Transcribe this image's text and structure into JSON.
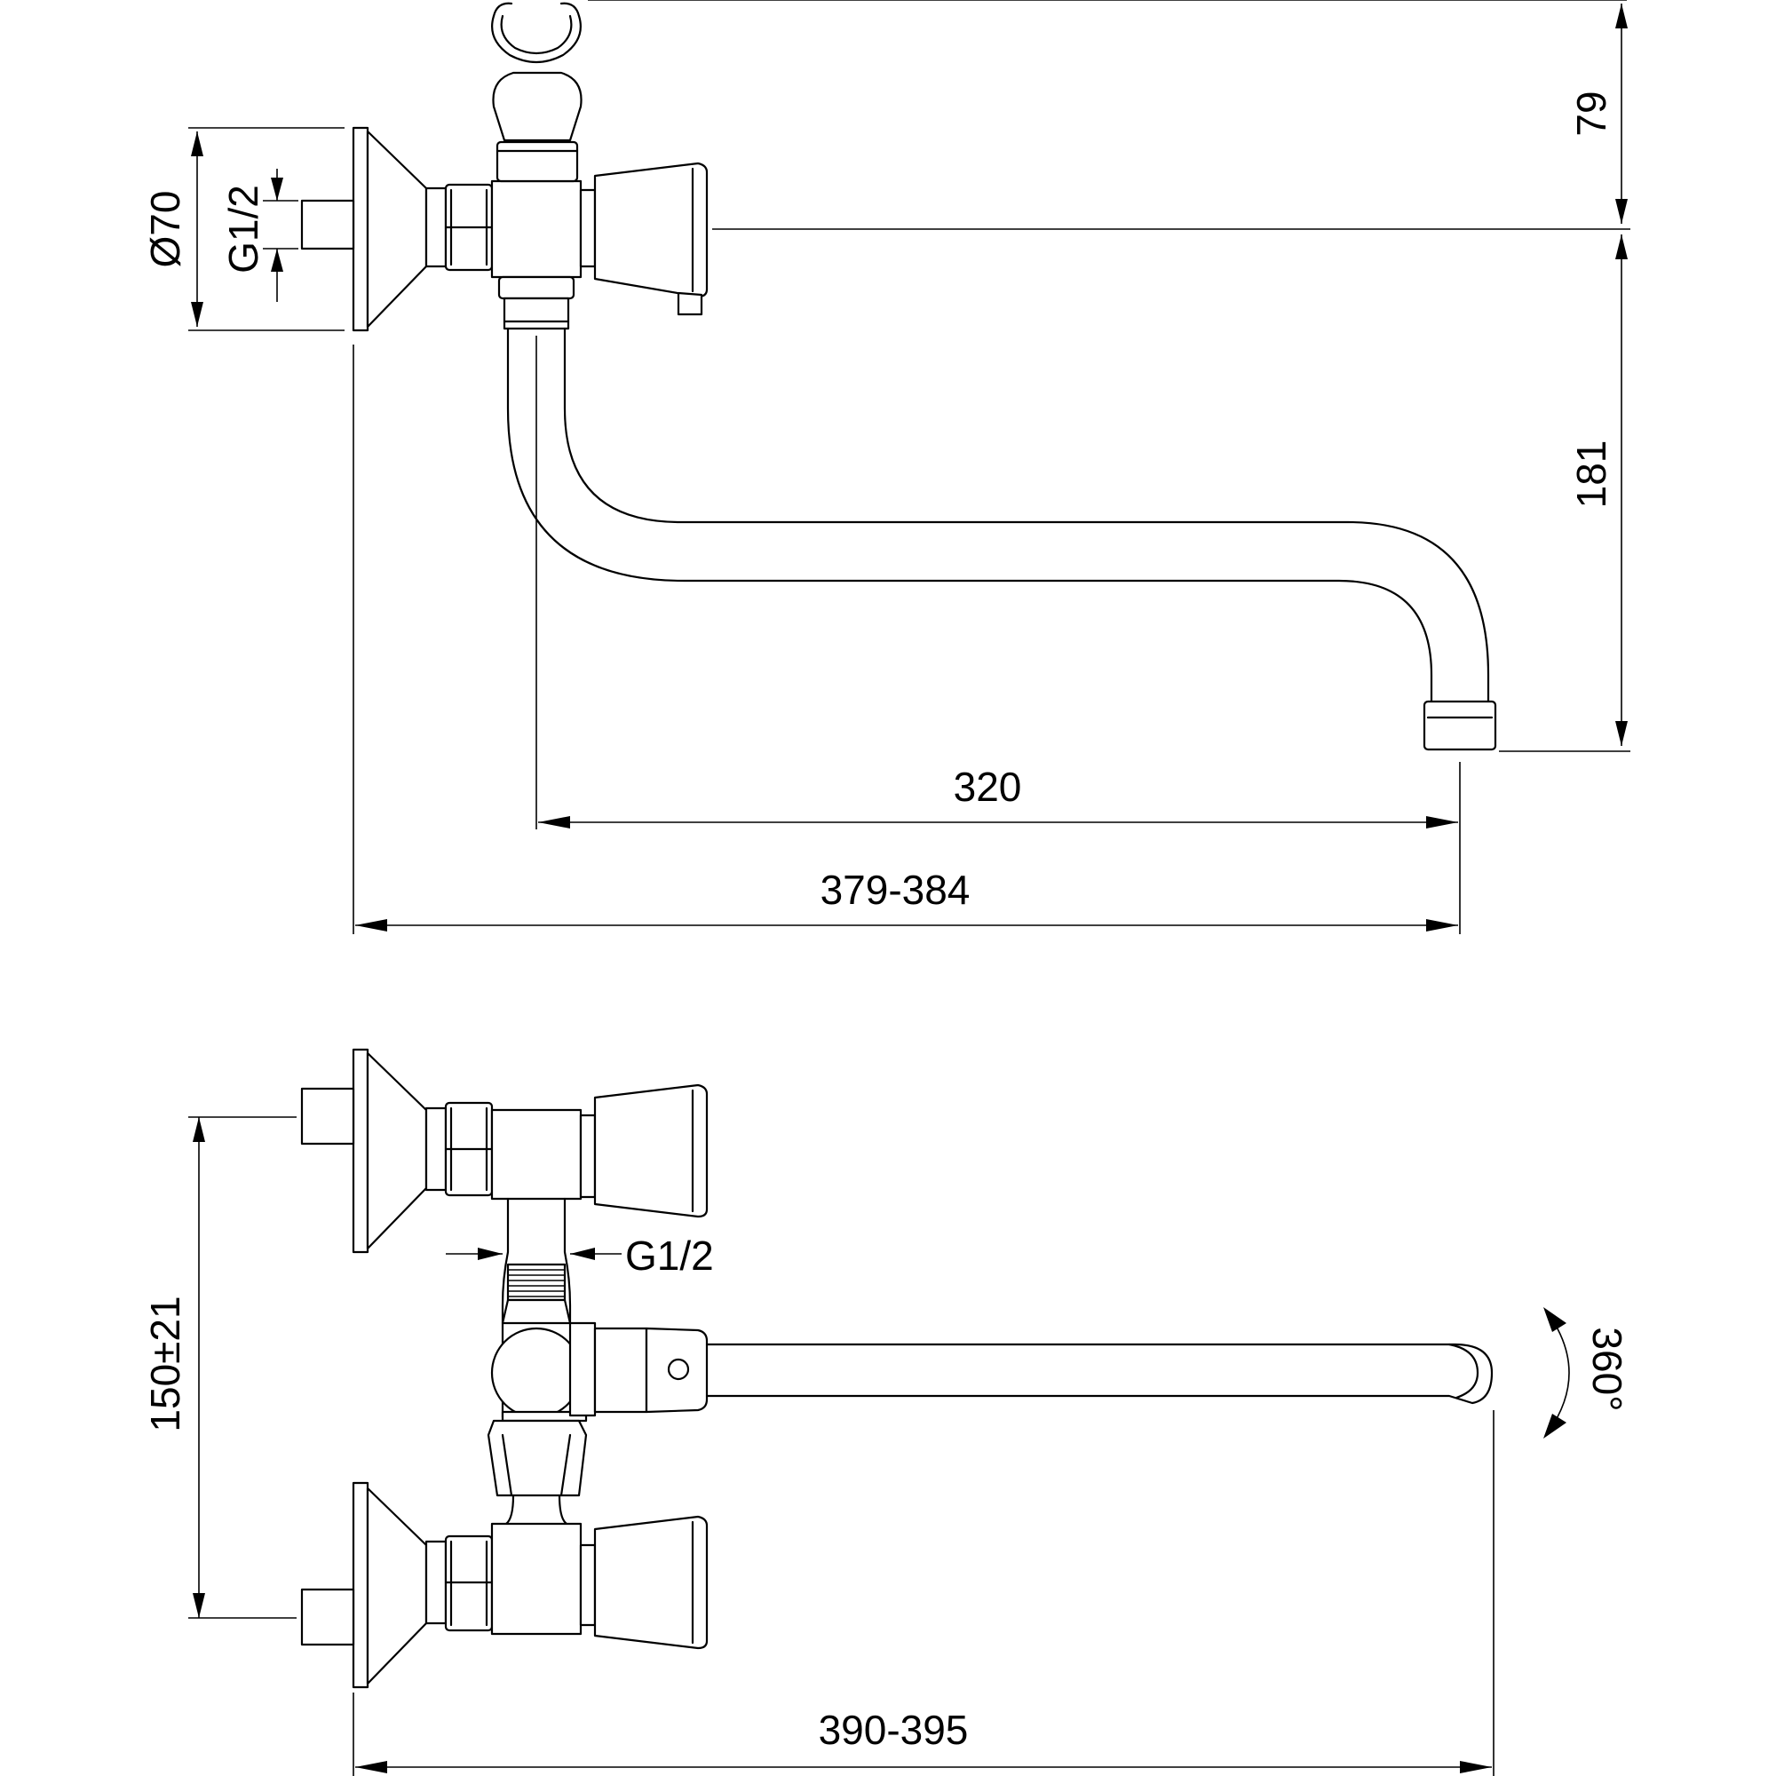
{
  "drawing": {
    "top_view": {
      "dim_height_top": "79",
      "dim_height_spout": "181",
      "dim_spout_reach": "320",
      "dim_overall_length": "379-384",
      "dim_rosette_diameter": "Ø70",
      "dim_thread": "G1/2"
    },
    "bottom_view": {
      "dim_center_distance": "150±21",
      "dim_thread": "G1/2",
      "dim_rotation": "360°",
      "dim_overall_length": "390-395"
    }
  }
}
